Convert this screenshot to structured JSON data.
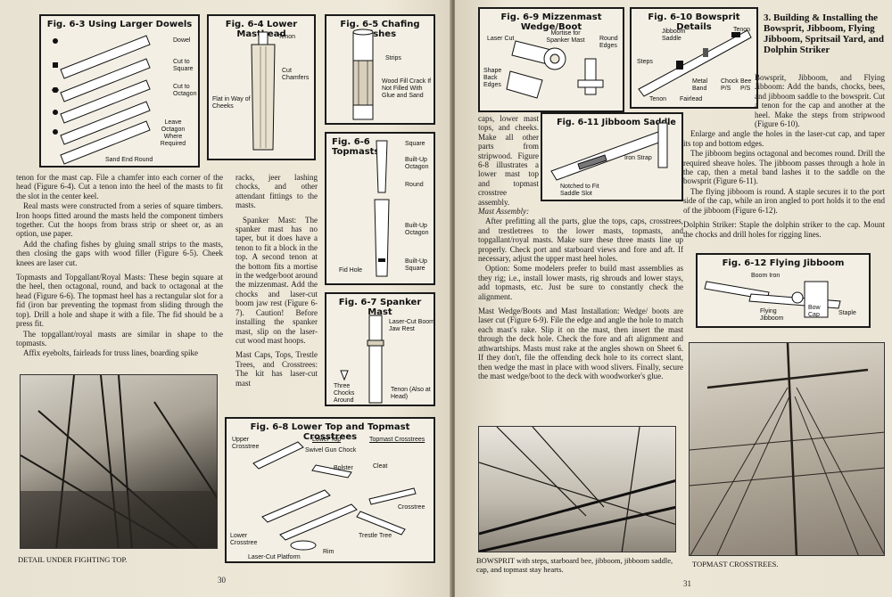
{
  "left_page": {
    "number": "30",
    "fig_6_3": {
      "title": "Fig. 6-3 Using Larger Dowels",
      "callouts": [
        "Dowel",
        "Cut to Square",
        "Cut to Octagon",
        "Leave Octagon Where Required",
        "Sand End Round"
      ]
    },
    "fig_6_4": {
      "title": "Fig. 6-4 Lower Masthead",
      "callouts": [
        "Tenon",
        "Cut Chamfers",
        "Flat in Way of Cheeks"
      ]
    },
    "fig_6_5": {
      "title": "Fig. 6-5 Chafing Fishes",
      "callouts": [
        "Strips",
        "Wood Fill Crack If Not Filled With Glue and Sand"
      ]
    },
    "fig_6_6": {
      "title": "Fig. 6-6 Topmasts",
      "callouts": [
        "Square",
        "Built-Up Octagon",
        "Round",
        "Built-Up Octagon",
        "Fid Hole",
        "Built-Up Square"
      ]
    },
    "fig_6_7": {
      "title": "Fig. 6-7 Spanker Mast",
      "callouts": [
        "Laser-Cut Boom Jaw Rest",
        "Three Chocks Around",
        "Tenon (Also at Head)"
      ]
    },
    "fig_6_8": {
      "title": "Fig. 6-8 Lower Top and Topmast Crosstrees",
      "callouts": [
        "Upper Crosstree",
        "Lower Top",
        "Swivel Gun Chock",
        "Topmast Crosstrees",
        "Bolster",
        "Cleat",
        "Crosstree",
        "Lower Crosstree",
        "Trestle Tree",
        "Rim",
        "Laser-Cut Platform"
      ]
    },
    "col1_text": [
      "tenon for the mast cap. File a chamfer into each corner of the head (Figure 6-4). Cut a tenon into the heel of the masts to fit the slot in the center keel.",
      "Real masts were constructed from a series of square timbers. Iron hoops fitted around the masts held the component timbers together. Cut the hoops from brass strip or sheet or, as an option, use paper.",
      "Add the chafing fishes by gluing small strips to the masts, then closing the gaps with wood filler (Figure 6-5). Cheek knees are laser cut.",
      "Topmasts and Topgallant/Royal Masts: These begin square at the heel, then octagonal, round, and back to octagonal at the head (Figure 6-6). The topmast heel has a rectangular slot for a fid (iron bar preventing the topmast from sliding through the top). Drill a hole and shape it with a file. The fid should be a press fit.",
      "The topgallant/royal masts are similar in shape to the topmasts.",
      "Affix eyebolts, fairleads for truss lines, boarding spike"
    ],
    "col2_text": [
      "racks, jeer lashing chocks, and other attendant fittings to the masts.",
      "Spanker Mast: The spanker mast has no taper, but it does have a tenon to fit a block in the top. A second tenon at the bottom fits a mortise in the wedge/boot around the mizzenmast. Add the chocks and laser-cut boom jaw rest (Figure 6-7). Caution! Before installing the spanker mast, slip on the laser-cut wood mast hoops.",
      "Mast Caps, Tops, Trestle Trees, and Crosstrees: The kit has laser-cut mast"
    ],
    "photo_caption": "DETAIL UNDER FIGHTING TOP."
  },
  "right_page": {
    "number": "31",
    "fig_6_9": {
      "title": "Fig. 6-9 Mizzenmast Wedge/Boot",
      "callouts": [
        "Laser Cut",
        "Mortise for Spanker Mast",
        "Round Edges",
        "Shape Back Edges"
      ]
    },
    "fig_6_10": {
      "title": "Fig. 6-10 Bowsprit Details",
      "callouts": [
        "Jibboom Saddle",
        "Tenon",
        "Steps",
        "Metal Band",
        "Chock P/S",
        "Bee P/S",
        "Tenon",
        "Fairlead"
      ]
    },
    "fig_6_11": {
      "title": "Fig. 6-11 Jibboom Saddle",
      "callouts": [
        "Iron Strap",
        "Notched to Fit Saddle Slot"
      ]
    },
    "fig_6_12": {
      "title": "Fig. 6-12 Flying Jibboom",
      "callouts": [
        "Boom Iron",
        "Flying Jibboom",
        "Bow Cap",
        "Staple"
      ]
    },
    "section_heading": "3. Building & Installing the Bowsprit, Jibboom, Flying Jibboom, Spritsail Yard, and Dolphin Striker",
    "right_col_text": [
      "Bowsprit, Jibboom, and Flying Jibboom: Add the bands, chocks, bees, and jibboom saddle to the bowsprit. Cut a tenon for the cap and another at the heel. Make the steps from stripwood (Figure 6-10).",
      "Enlarge and angle the holes in the laser-cut cap, and taper its top and bottom edges.",
      "The jibboom begins octagonal and becomes round. Drill the required sheave holes. The jibboom passes through a hole in the cap, then a metal band lashes it to the saddle on the bowsprit (Figure 6-11).",
      "The flying jibboom is round. A staple secures it to the port side of the cap, while an iron angled to port holds it to the end of the jibboom (Figure 6-12).",
      "Dolphin Striker: Staple the dolphin striker to the cap. Mount the chocks and drill holes for rigging lines."
    ],
    "left_col_text_top": "caps, lower mast tops, and cheeks. Make all other parts from stripwood. Figure 6-8 illustrates a lower mast top and topmast crosstree assembly.",
    "left_col_text": [
      "Mast Assembly:",
      "After prefitting all the parts, glue the tops, caps, crosstrees, and trestletrees to the lower masts, topmasts, and topgallant/royal masts. Make sure these three masts line up properly. Check port and starboard views and fore and aft. If necessary, adjust the upper mast heel holes.",
      "Option: Some modelers prefer to build mast assemblies as they rig; i.e., install lower masts, rig shrouds and lower stays, add topmasts, etc. Just be sure to constantly check the alignment.",
      "Mast Wedge/Boots and Mast Installation: Wedge/ boots are laser cut (Figure 6-9). File the edge and angle the hole to match each mast's rake. Slip it on the mast, then insert the mast through the deck hole. Check the fore and aft alignment and athwartships. Masts must rake at the angles shown on Sheet 6. If they don't, file the offending deck hole to its correct slant, then wedge the mast in place with wood slivers. Finally, secure the mast wedge/boot to the deck with woodworker's glue."
    ],
    "photo1_caption": "BOWSPRIT with steps, starboard bee, jibboom, jibboom saddle, cap, and topmast stay hearts.",
    "photo2_caption": "TOPMAST CROSSTREES."
  }
}
